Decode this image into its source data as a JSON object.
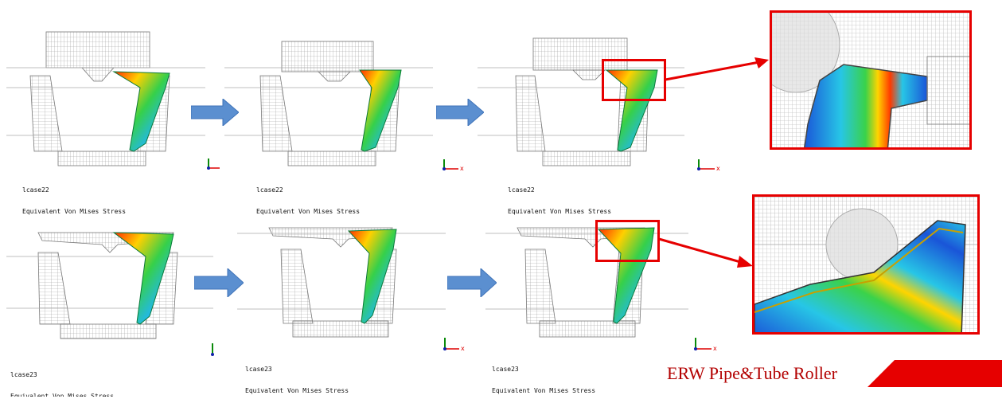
{
  "panels": [
    {
      "case_label": "lcase22",
      "result_label": "Equivalent Von Mises Stress"
    },
    {
      "case_label": "lcase22",
      "result_label": "Equivalent Von Mises Stress"
    },
    {
      "case_label": "lcase22",
      "result_label": "Equivalent Von Mises Stress"
    },
    {
      "case_label": "lcase23",
      "result_label": "Equivalent Von Mises Stress"
    },
    {
      "case_label": "lcase23",
      "result_label": "Equivalent Von Mises Stress"
    },
    {
      "case_label": "lcase23",
      "result_label": "Equivalent Von Mises Stress"
    }
  ],
  "footer": {
    "brand": "ERW Pipe&Tube Roller"
  },
  "colors": {
    "highlight": "#e60000",
    "arrow": "#5b8fd0",
    "brand": "#b30000",
    "mesh": "#9a9a9a"
  }
}
